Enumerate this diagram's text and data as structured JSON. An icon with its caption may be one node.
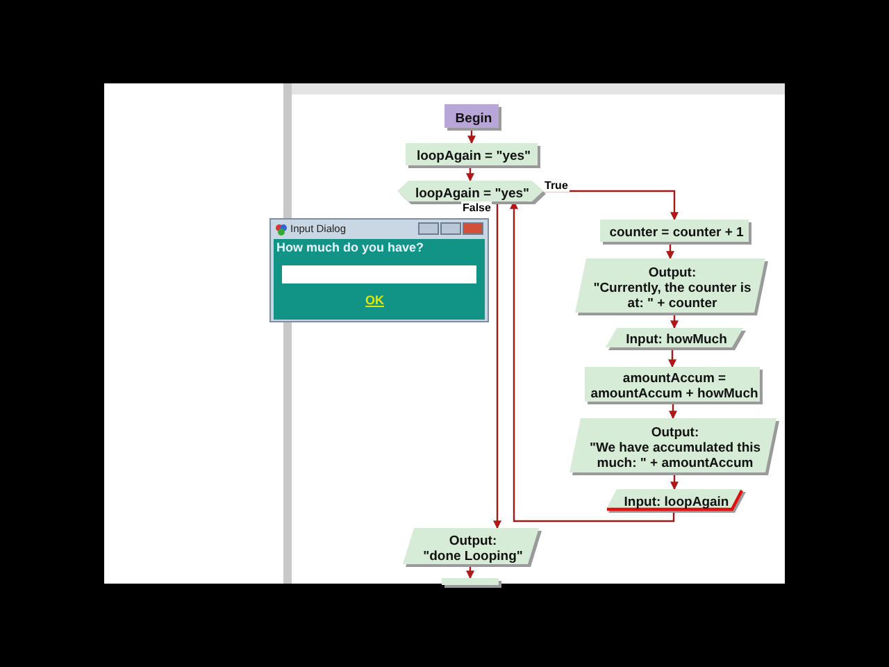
{
  "diagram": {
    "nodes": [
      {
        "text": [
          "Begin"
        ]
      },
      {
        "text": [
          "loopAgain = \"yes\""
        ]
      },
      {
        "text": [
          "loopAgain = \"yes\""
        ]
      },
      {
        "text": [
          "counter = counter + 1"
        ]
      },
      {
        "text": [
          "Output:",
          "\"Currently, the counter is at:  \" + counter"
        ]
      },
      {
        "text": [
          "Input: howMuch"
        ]
      },
      {
        "text": [
          "amountAccum = amountAccum + howMuch"
        ]
      },
      {
        "text": [
          "Output:",
          "\"We have accumulated this much:  \" + amountAccum"
        ]
      },
      {
        "text": [
          "Input: loopAgain"
        ]
      },
      {
        "text": [
          "Output:",
          "\"done Looping\""
        ]
      },
      {
        "text": [],
        "shape": "box"
      },
      {
        "text": [
          "Input Dialog",
          "How much do you have?",
          "OK"
        ]
      }
    ],
    "edges": [
      {
        "from": 0,
        "to": 1,
        "arrow": "to"
      },
      {
        "from": 1,
        "to": 2,
        "arrow": "to"
      },
      {
        "from": 2,
        "to": 3,
        "arrow": "to",
        "label": "True"
      },
      {
        "from": 3,
        "to": 4,
        "arrow": "to"
      },
      {
        "from": 4,
        "to": 5,
        "arrow": "to"
      },
      {
        "from": 5,
        "to": 6,
        "arrow": "to"
      },
      {
        "from": 6,
        "to": 7,
        "arrow": "to"
      },
      {
        "from": 7,
        "to": 8,
        "arrow": "to"
      },
      {
        "from": 8,
        "to": 2,
        "arrow": "to"
      },
      {
        "from": 2,
        "to": 9,
        "arrow": "to",
        "label": "False"
      },
      {
        "from": 9,
        "to": 10,
        "arrow": "to"
      }
    ]
  }
}
